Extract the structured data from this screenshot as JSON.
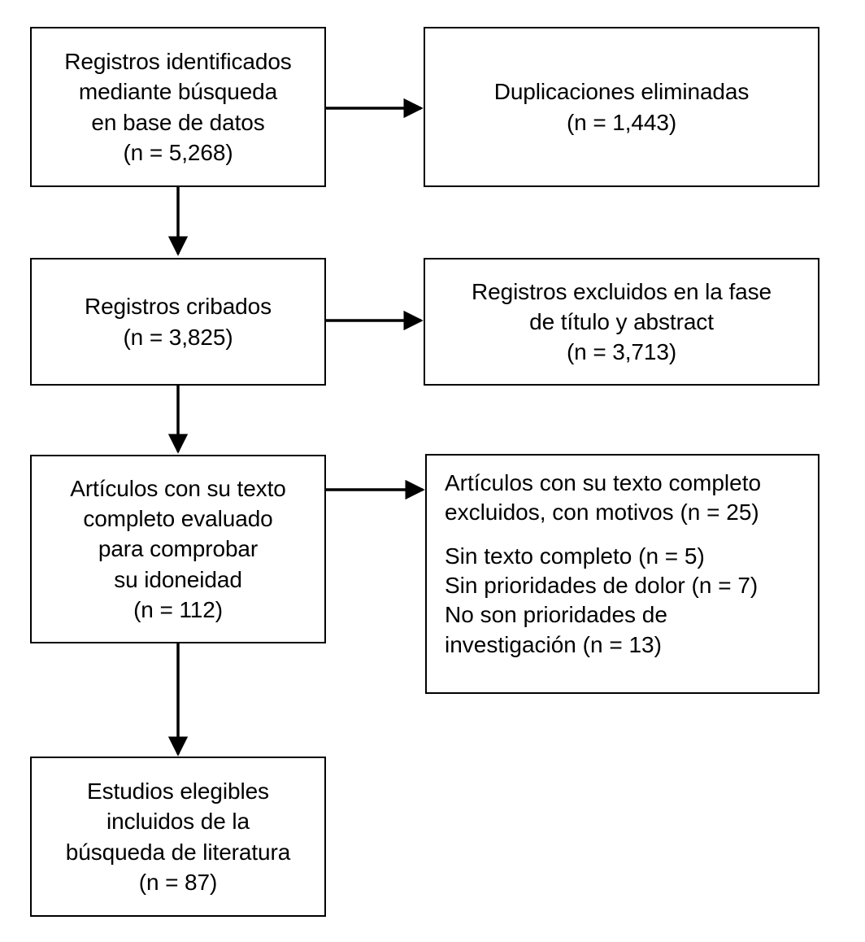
{
  "diagram": {
    "type": "prisma-flow-diagram",
    "language": "es",
    "background_color": "#ffffff",
    "stroke_color": "#000000",
    "text_color": "#000000",
    "boxes": [
      {
        "id": "identification",
        "name": "records-identified-box",
        "align": "center",
        "lines": [
          "Registros identificados",
          "mediante búsqueda",
          "en base de datos",
          "(n = 5,268)"
        ],
        "count_label": "n = 5,268",
        "count_value": 5268
      },
      {
        "id": "duplicates",
        "name": "duplicates-removed-box",
        "align": "center",
        "lines": [
          "Duplicaciones eliminadas",
          "(n = 1,443)"
        ],
        "count_label": "n = 1,443",
        "count_value": 1443
      },
      {
        "id": "screened",
        "name": "records-screened-box",
        "align": "center",
        "lines": [
          "Registros cribados",
          "(n = 3,825)"
        ],
        "count_label": "n = 3,825",
        "count_value": 3825
      },
      {
        "id": "excluded-title-abstract",
        "name": "records-excluded-box",
        "align": "center",
        "lines": [
          "Registros excluidos en la fase",
          "de título y abstract",
          "(n = 3,713)"
        ],
        "count_label": "n = 3,713",
        "count_value": 3713
      },
      {
        "id": "eligibility",
        "name": "full-text-assessed-box",
        "align": "center",
        "lines": [
          "Artículos con su texto",
          "completo evaluado",
          "para comprobar",
          "su idoneidad",
          "(n = 112)"
        ],
        "count_label": "n = 112",
        "count_value": 112
      },
      {
        "id": "full-text-excluded",
        "name": "full-text-excluded-box",
        "align": "left",
        "lines": [
          "Artículos con su texto completo",
          "excluidos, con motivos (n = 25)",
          "",
          "Sin texto completo (n = 5)",
          "Sin prioridades de dolor (n = 7)",
          "No son prioridades de",
          "investigación (n = 13)"
        ],
        "count_label": "n = 25",
        "count_value": 25,
        "reasons": [
          {
            "label": "Sin texto completo",
            "count_label": "n = 5",
            "count_value": 5
          },
          {
            "label": "Sin prioridades de dolor",
            "count_label": "n = 7",
            "count_value": 7
          },
          {
            "label": "No son prioridades de investigación",
            "count_label": "n = 13",
            "count_value": 13
          }
        ]
      },
      {
        "id": "included",
        "name": "studies-included-box",
        "align": "center",
        "lines": [
          "Estudios elegibles",
          "incluidos de la",
          "búsqueda de literatura",
          "(n = 87)"
        ],
        "count_label": "n = 87",
        "count_value": 87
      }
    ],
    "connectors": [
      {
        "name": "arrow-identification-to-duplicates",
        "direction": "right"
      },
      {
        "name": "arrow-identification-to-screened",
        "direction": "down"
      },
      {
        "name": "arrow-screened-to-excluded",
        "direction": "right"
      },
      {
        "name": "arrow-screened-to-eligibility",
        "direction": "down"
      },
      {
        "name": "arrow-eligibility-to-full-text-excluded",
        "direction": "right"
      },
      {
        "name": "arrow-eligibility-to-included",
        "direction": "down"
      }
    ]
  }
}
